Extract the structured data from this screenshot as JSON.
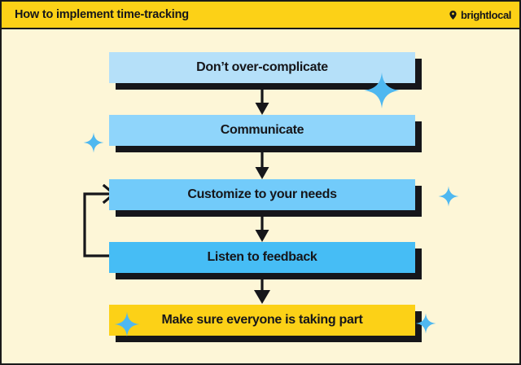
{
  "header": {
    "title": "How to implement time-tracking",
    "brand_name": "brightlocal",
    "brand_icon": "pin-heart-icon",
    "background_color": "#FCD117",
    "text_color": "#16161A"
  },
  "canvas": {
    "background_color": "#FDF6D7",
    "border_color": "#1A1A1A",
    "shadow_color": "#16161A"
  },
  "flowchart": {
    "type": "vertical-flow",
    "steps": [
      {
        "index": 1,
        "label": "Don’t over-complicate",
        "fill_color": "#B5E0F9"
      },
      {
        "index": 2,
        "label": "Communicate",
        "fill_color": "#8FD5FB"
      },
      {
        "index": 3,
        "label": "Customize to your needs",
        "fill_color": "#72CBFA"
      },
      {
        "index": 4,
        "label": "Listen to feedback",
        "fill_color": "#46BDF5"
      },
      {
        "index": 5,
        "label": "Make sure everyone is taking part",
        "fill_color": "#FCD117"
      }
    ],
    "connectors": [
      {
        "name": "arrow-step1-to-step2",
        "from": 1,
        "to": 2,
        "direction": "down"
      },
      {
        "name": "arrow-step2-to-step3",
        "from": 2,
        "to": 3,
        "direction": "down"
      },
      {
        "name": "arrow-step3-to-step4",
        "from": 3,
        "to": 4,
        "direction": "down"
      },
      {
        "name": "arrow-step4-to-step5",
        "from": 4,
        "to": 5,
        "direction": "down"
      }
    ],
    "feedback_loop": {
      "name": "feedback-loop-arrow",
      "from": 4,
      "to": 3,
      "direction": "up-left-return"
    },
    "sparkle_color": "#4FB8F0",
    "sparkle_count": 5
  }
}
